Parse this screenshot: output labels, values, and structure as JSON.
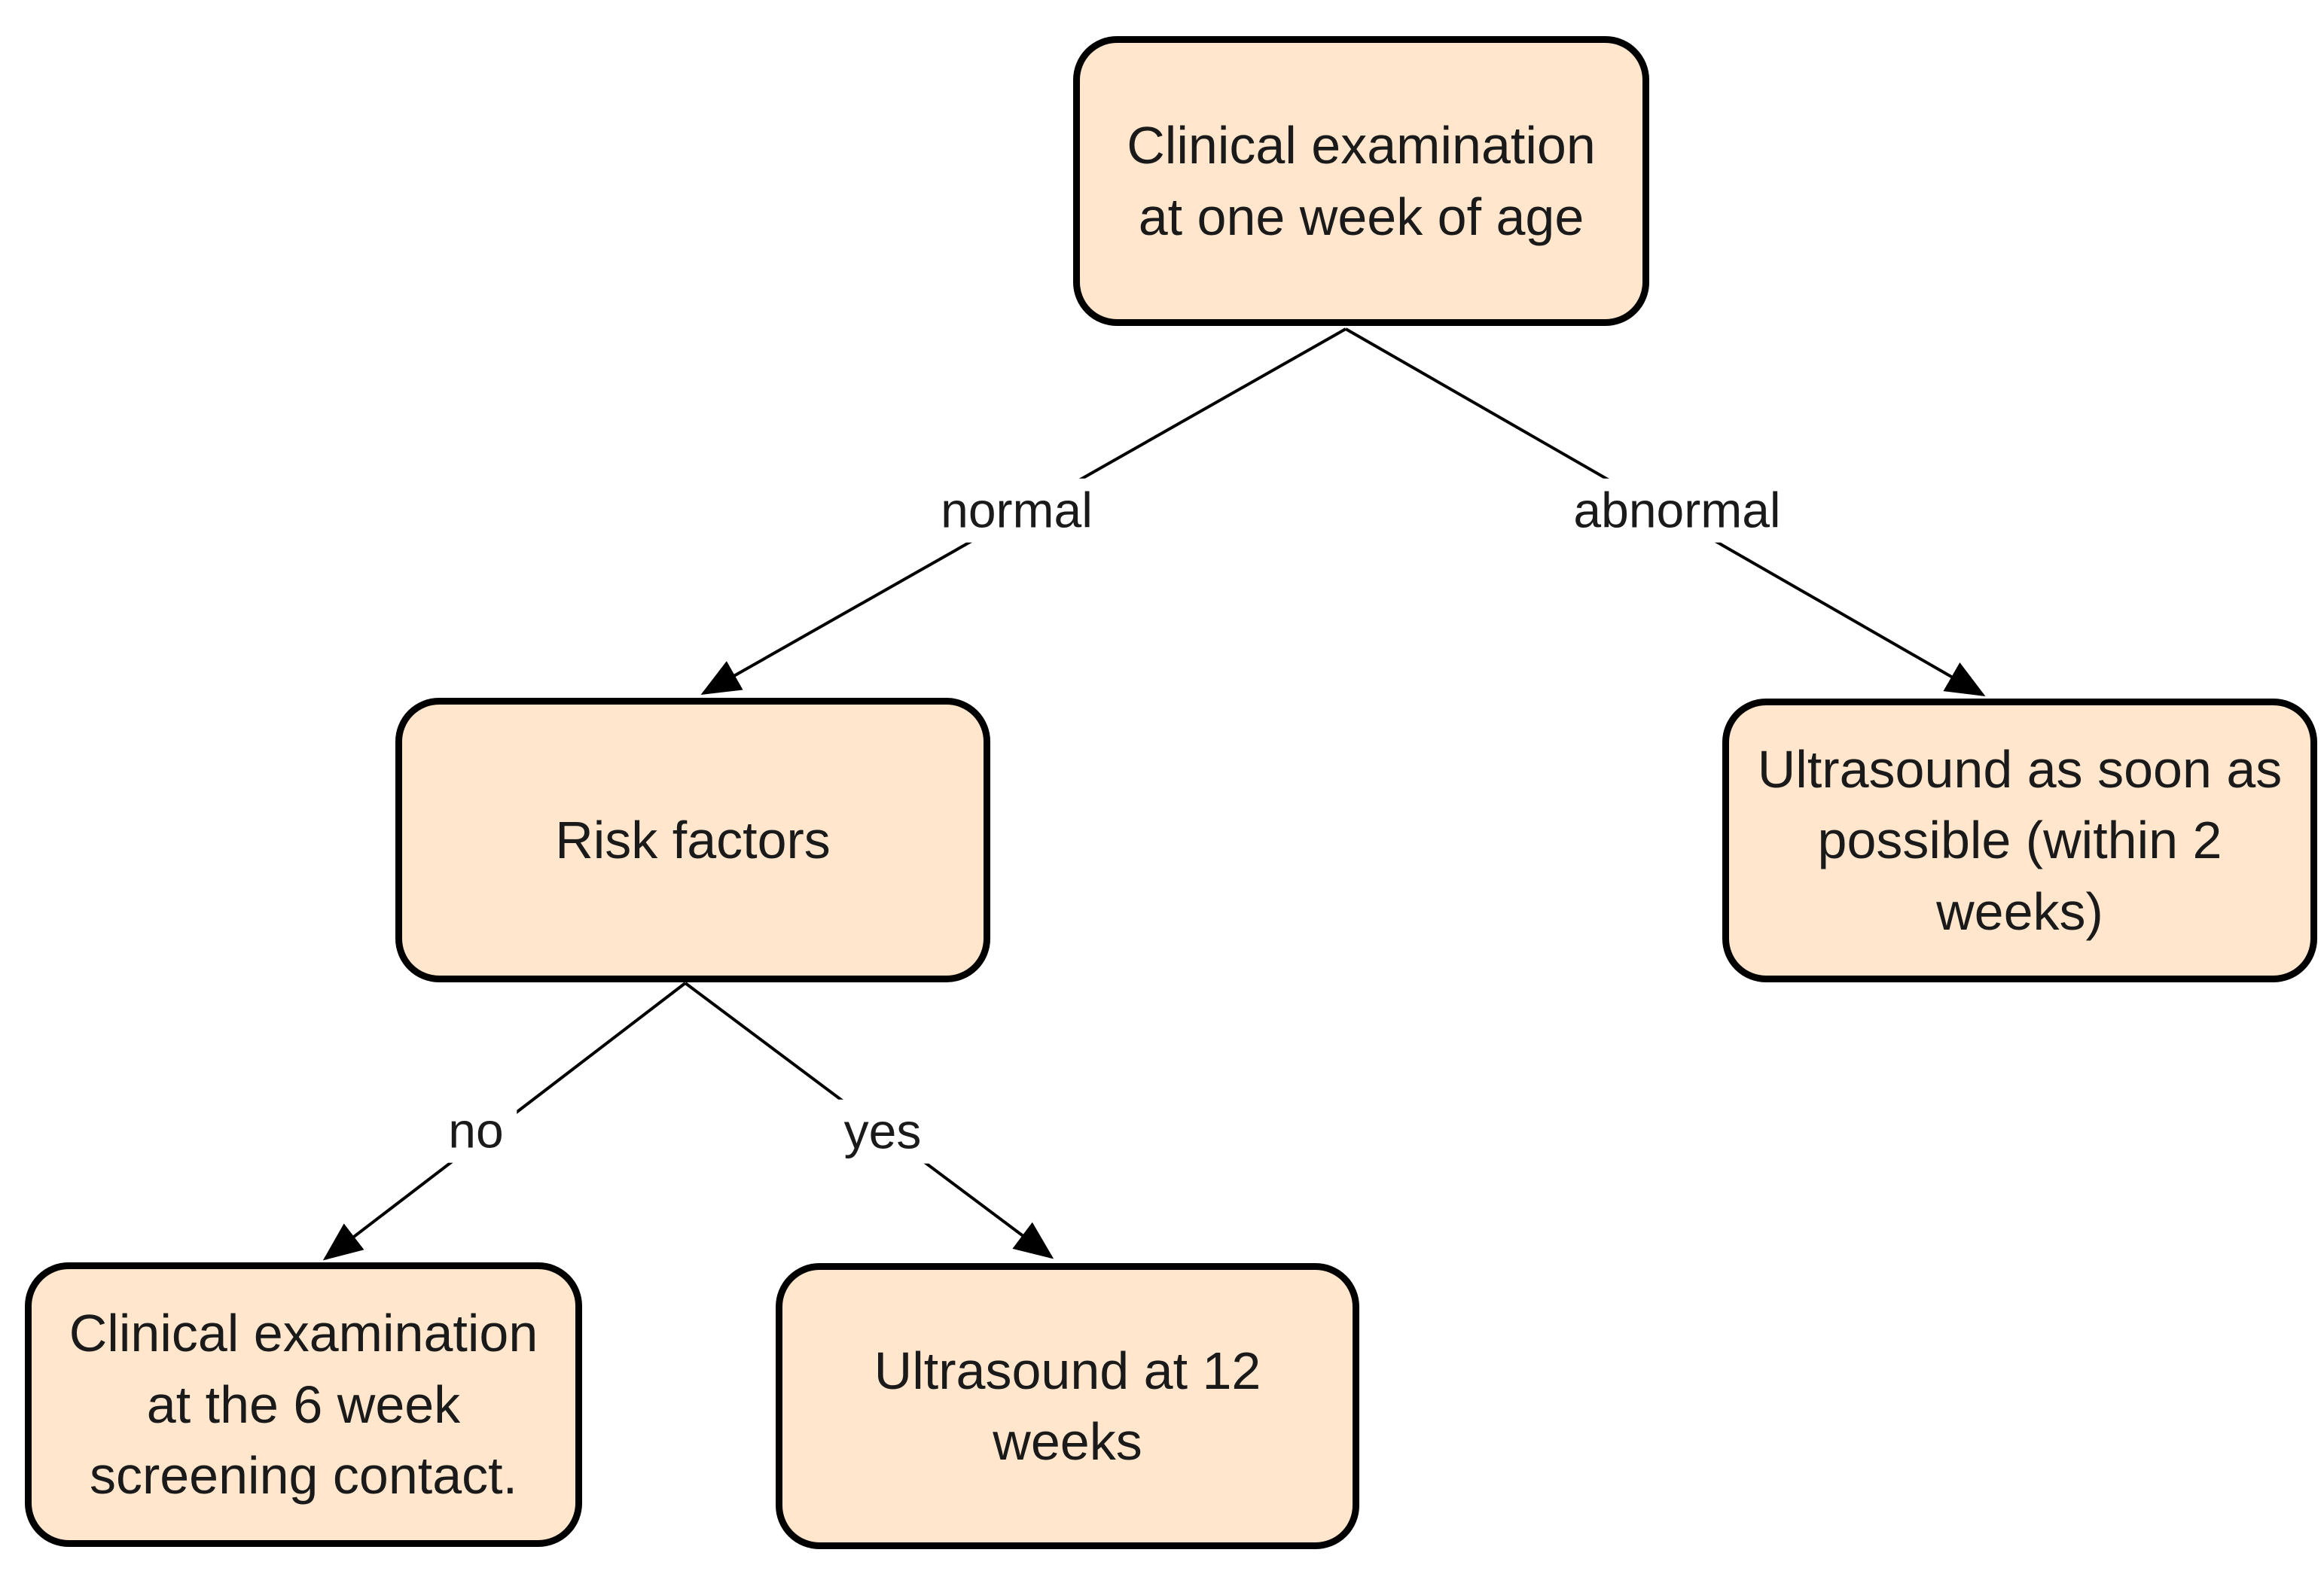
{
  "diagram": {
    "background_color": "#ffffff",
    "node_fill_color": "#ffe6cc",
    "node_border_color": "#000000",
    "edge_color": "#000000",
    "text_color": "#1a1a1a",
    "nodes": [
      {
        "id": "clinical-exam-week1",
        "label": "Clinical examination at one week of age"
      },
      {
        "id": "risk-factors",
        "label": "Risk factors"
      },
      {
        "id": "ultrasound-asap",
        "label": "Ultrasound as soon as possible (within 2 weeks)"
      },
      {
        "id": "clinical-exam-6week",
        "label": "Clinical examination at the 6 week screening contact."
      },
      {
        "id": "ultrasound-12weeks",
        "label": "Ultrasound at 12 weeks"
      }
    ],
    "edges": [
      {
        "from": "clinical-exam-week1",
        "to": "risk-factors",
        "label": "normal"
      },
      {
        "from": "clinical-exam-week1",
        "to": "ultrasound-asap",
        "label": "abnormal"
      },
      {
        "from": "risk-factors",
        "to": "clinical-exam-6week",
        "label": "no"
      },
      {
        "from": "risk-factors",
        "to": "ultrasound-12weeks",
        "label": "yes"
      }
    ]
  }
}
